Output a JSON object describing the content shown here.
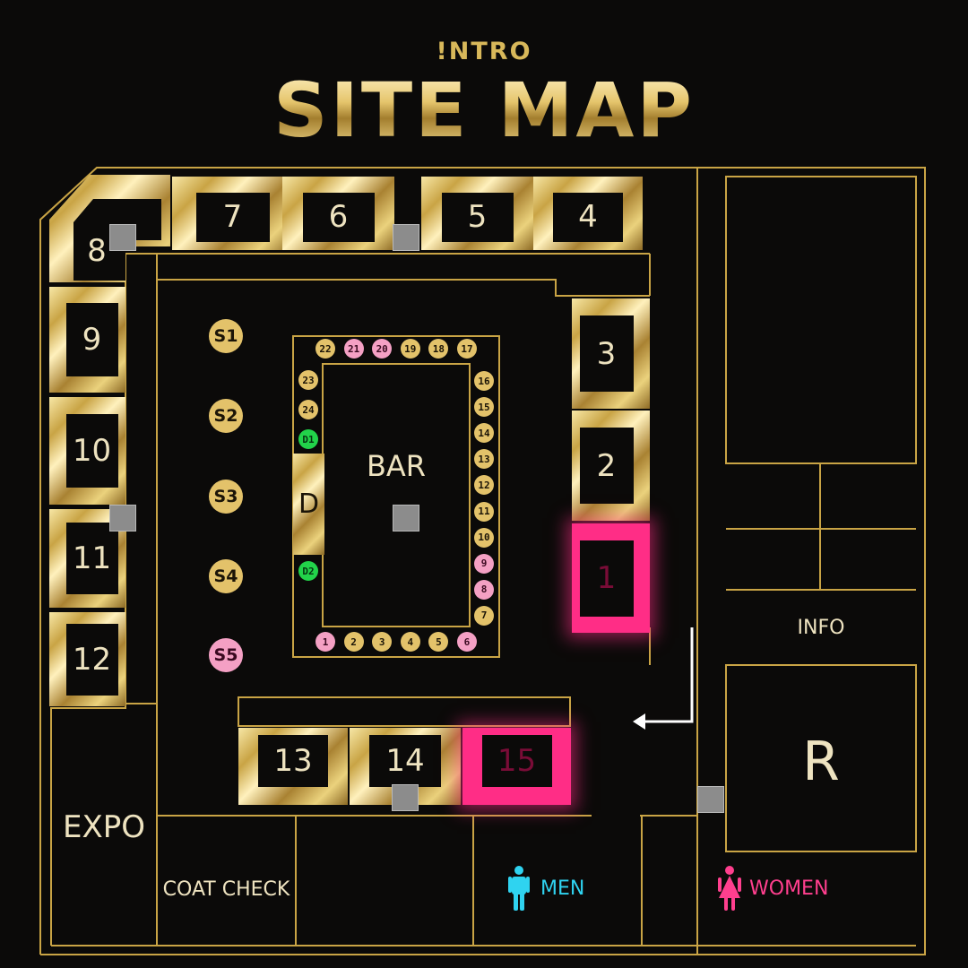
{
  "header": {
    "brand": "!NTRO",
    "title": "SITE MAP"
  },
  "rooms": {
    "r1": "1",
    "r2": "2",
    "r3": "3",
    "r4": "4",
    "r5": "5",
    "r6": "6",
    "r7": "7",
    "r8": "8",
    "r9": "9",
    "r10": "10",
    "r11": "11",
    "r12": "12",
    "r13": "13",
    "r14": "14",
    "r15": "15"
  },
  "areas": {
    "bar": "BAR",
    "dj": "D",
    "info": "INFO",
    "r": "R",
    "expo": "EXPO",
    "coat_check": "COAT CHECK",
    "men": "MEN",
    "women": "WOMEN"
  },
  "stools": [
    {
      "label": "S1",
      "color": "gold"
    },
    {
      "label": "S2",
      "color": "gold"
    },
    {
      "label": "S3",
      "color": "gold"
    },
    {
      "label": "S4",
      "color": "gold"
    },
    {
      "label": "S5",
      "color": "pink"
    }
  ],
  "bar_seats": {
    "top": [
      {
        "label": "22",
        "color": "gold"
      },
      {
        "label": "21",
        "color": "pink"
      },
      {
        "label": "20",
        "color": "pink"
      },
      {
        "label": "19",
        "color": "gold"
      },
      {
        "label": "18",
        "color": "gold"
      },
      {
        "label": "17",
        "color": "gold"
      }
    ],
    "right": [
      {
        "label": "16",
        "color": "gold"
      },
      {
        "label": "15",
        "color": "gold"
      },
      {
        "label": "14",
        "color": "gold"
      },
      {
        "label": "13",
        "color": "gold"
      },
      {
        "label": "12",
        "color": "gold"
      },
      {
        "label": "11",
        "color": "gold"
      },
      {
        "label": "10",
        "color": "gold"
      },
      {
        "label": "9",
        "color": "pink"
      },
      {
        "label": "8",
        "color": "pink"
      },
      {
        "label": "7",
        "color": "gold"
      }
    ],
    "bottom": [
      {
        "label": "1",
        "color": "pink"
      },
      {
        "label": "2",
        "color": "gold"
      },
      {
        "label": "3",
        "color": "gold"
      },
      {
        "label": "4",
        "color": "gold"
      },
      {
        "label": "5",
        "color": "gold"
      },
      {
        "label": "6",
        "color": "pink"
      }
    ],
    "left": [
      {
        "label": "23",
        "color": "gold"
      },
      {
        "label": "24",
        "color": "gold"
      },
      {
        "label": "D1",
        "color": "green"
      },
      {
        "label": "D2",
        "color": "green"
      }
    ]
  },
  "colors": {
    "gold": "#c9a445",
    "pink": "#ff2d86",
    "men": "#2fd3f0",
    "women": "#ff3f8e",
    "background": "#0b0a09"
  },
  "icons": {
    "men": "man-icon",
    "women": "woman-icon",
    "entrance": "entrance-arrow-icon"
  }
}
